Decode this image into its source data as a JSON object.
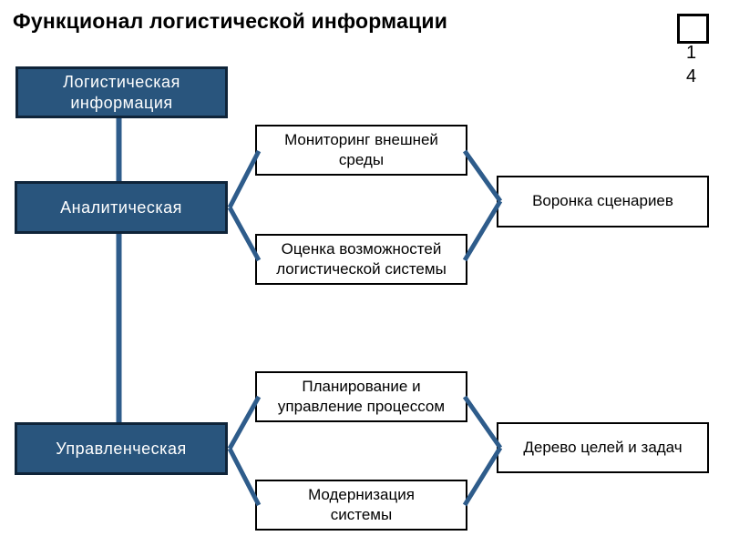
{
  "slide": {
    "title": "Функционал логистической информации",
    "page_number": "1\n4"
  },
  "colors": {
    "box_fill": "#29557D",
    "box_border": "#0F2439",
    "connector": "#2E5C8B",
    "text_on_blue": "#FFFFFF",
    "white_box_border": "#000000",
    "title_color": "#000000"
  },
  "diagram": {
    "root_label": "Логистическая\nинформация",
    "level1": [
      {
        "label": "Аналитическая"
      },
      {
        "label": "Управленческая"
      }
    ],
    "functions": [
      {
        "label": "Мониторинг внешней\nсреды"
      },
      {
        "label": "Оценка возможностей\nлогистической системы"
      },
      {
        "label": "Планирование и\nуправление процессом"
      },
      {
        "label": "Модернизация\nсистемы"
      }
    ],
    "outcomes": [
      {
        "label": "Воронка сценариев"
      },
      {
        "label": "Дерево целей и задач"
      }
    ]
  }
}
